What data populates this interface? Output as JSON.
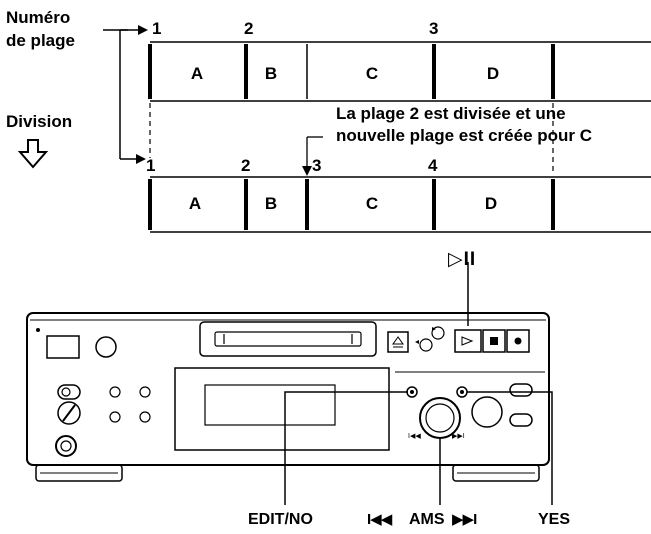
{
  "diagram": {
    "label_track_number": "Numéro de plage",
    "label_track_number_line1": "Numéro",
    "label_track_number_line2": "de plage",
    "label_division": "Division",
    "note_line1": "La plage 2 est divisée et une",
    "note_line2": "nouvelle plage est créée pour C",
    "before": {
      "numbers": [
        "1",
        "2",
        "3"
      ],
      "segments": [
        "A",
        "B",
        "C",
        "D"
      ]
    },
    "after": {
      "numbers": [
        "1",
        "2",
        "3",
        "4"
      ],
      "segments": [
        "A",
        "B",
        "C",
        "D"
      ]
    }
  },
  "device": {
    "play_pause_symbol": "▷II",
    "labels": {
      "edit_no": "EDIT/NO",
      "ams": "AMS",
      "prev_symbol": "I◀◀",
      "next_symbol": "▶▶I",
      "yes": "YES"
    }
  }
}
